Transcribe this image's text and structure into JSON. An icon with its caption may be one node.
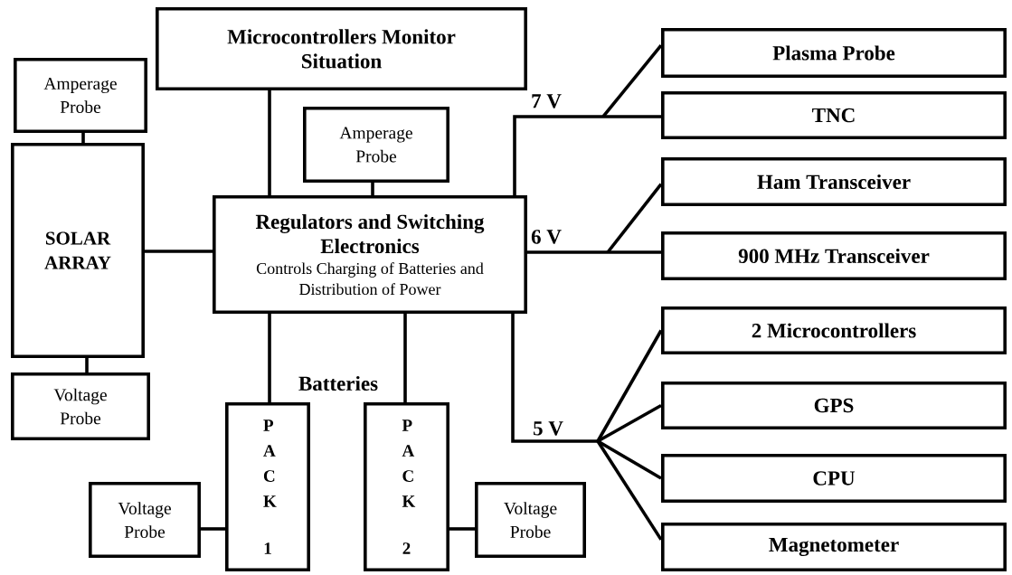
{
  "diagram": {
    "nodes": [
      {
        "text": [
          "Microcontrollers Monitor Situation"
        ]
      },
      {
        "text": [
          "Amperage Probe"
        ]
      },
      {
        "text": [
          "SOLAR ARRAY"
        ]
      },
      {
        "text": [
          "Voltage Probe"
        ]
      },
      {
        "text": [
          "Amperage Probe"
        ]
      },
      {
        "text": [
          "Regulators and Switching Electronics",
          "Controls Charging of Batteries and Distribution of Power"
        ]
      },
      {
        "text": [
          "P A C K",
          "1"
        ]
      },
      {
        "text": [
          "P A C K",
          "2"
        ]
      },
      {
        "text": [
          "Voltage Probe"
        ]
      },
      {
        "text": [
          "Voltage Probe"
        ]
      },
      {
        "text": [
          "Plasma Probe"
        ]
      },
      {
        "text": [
          "TNC"
        ]
      },
      {
        "text": [
          "Ham Transceiver"
        ]
      },
      {
        "text": [
          "900 MHz Transceiver"
        ]
      },
      {
        "text": [
          "2 Microcontrollers"
        ]
      },
      {
        "text": [
          "GPS"
        ]
      },
      {
        "text": [
          "CPU"
        ]
      },
      {
        "text": [
          "Magnetometer"
        ]
      }
    ],
    "edges": [
      {
        "from": 0,
        "to": 5,
        "arrow": "none"
      },
      {
        "from": 1,
        "to": 2,
        "arrow": "none"
      },
      {
        "from": 2,
        "to": 3,
        "arrow": "none"
      },
      {
        "from": 2,
        "to": 5,
        "arrow": "none"
      },
      {
        "from": 4,
        "to": 5,
        "arrow": "none"
      },
      {
        "from": 5,
        "to": 6,
        "arrow": "none"
      },
      {
        "from": 5,
        "to": 7,
        "arrow": "none"
      },
      {
        "from": 8,
        "to": 6,
        "arrow": "none"
      },
      {
        "from": 7,
        "to": 9,
        "arrow": "none"
      },
      {
        "from": 5,
        "to": 10,
        "arrow": "none"
      },
      {
        "from": 5,
        "to": 11,
        "arrow": "none"
      },
      {
        "from": 5,
        "to": 12,
        "arrow": "none"
      },
      {
        "from": 5,
        "to": 13,
        "arrow": "none"
      },
      {
        "from": 5,
        "to": 14,
        "arrow": "none"
      },
      {
        "from": 5,
        "to": 15,
        "arrow": "none"
      },
      {
        "from": 5,
        "to": 16,
        "arrow": "none"
      },
      {
        "from": 5,
        "to": 17,
        "arrow": "none"
      }
    ],
    "labels": [
      "7 V",
      "6 V",
      "Batteries",
      "5 V"
    ]
  }
}
